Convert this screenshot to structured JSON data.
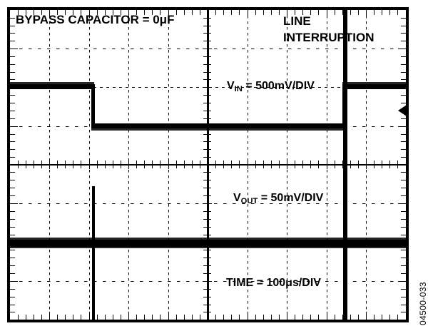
{
  "scope": {
    "title_left": "BYPASS CAPACITOR = 0μF",
    "title_right_line1": "LINE",
    "title_right_line2": "INTERRUPTION",
    "figure_id": "04500-033",
    "trigger_marker": "left-triangle"
  },
  "labels": {
    "vin_prefix": "V",
    "vin_sub": "IN",
    "vin_value": " = 500mV/DIV",
    "vout_prefix": "V",
    "vout_sub": "OUT",
    "vout_value": " = 50mV/DIV",
    "time_label": "TIME = 100μs/DIV"
  },
  "chart_data": {
    "type": "line",
    "title": "BYPASS CAPACITOR = 0μF — LINE INTERRUPTION",
    "xlabel": "TIME = 100μs/DIV",
    "grid": true,
    "divisions": {
      "horizontal": 10,
      "vertical": 8
    },
    "time_per_div_us": 100,
    "axis_ranges": {
      "x_div": [
        0,
        10
      ],
      "y_div": [
        -4,
        4
      ]
    },
    "series": [
      {
        "name": "V_IN",
        "units_per_div": "500mV/DIV",
        "vertical_scale_mV_per_div": 500,
        "description": "Input supply with a line interruption: high level drops to a lower level then recovers.",
        "points_div": [
          {
            "t_div": 0.0,
            "v_div": 1.9
          },
          {
            "t_div": 2.1,
            "v_div": 1.9
          },
          {
            "t_div": 2.1,
            "v_div": 0.95
          },
          {
            "t_div": 8.4,
            "v_div": 0.95
          },
          {
            "t_div": 8.4,
            "v_div": 1.9
          },
          {
            "t_div": 10.0,
            "v_div": 1.9
          }
        ]
      },
      {
        "name": "V_OUT",
        "units_per_div": "50mV/DIV",
        "vertical_scale_mV_per_div": 50,
        "description": "Output stays flat except for two narrow glitch spikes coincident with the input edges.",
        "points_div": [
          {
            "t_div": 0.0,
            "v_div": -2.0
          },
          {
            "t_div": 2.1,
            "v_div": -2.0
          },
          {
            "t_div": 2.1,
            "v_div": -4.0
          },
          {
            "t_div": 2.15,
            "v_div": -2.0
          },
          {
            "t_div": 8.4,
            "v_div": -2.0
          },
          {
            "t_div": 8.4,
            "v_div": -4.0
          },
          {
            "t_div": 8.45,
            "v_div": -2.0
          },
          {
            "t_div": 10.0,
            "v_div": -2.0
          }
        ],
        "glitch_time_divs": [
          2.1,
          8.4
        ]
      }
    ],
    "annotations": [
      {
        "text": "LINE INTERRUPTION",
        "t_div": 6.9,
        "v_div": 3.4
      },
      {
        "text": "V_IN = 500mV/DIV",
        "t_div": 5.4,
        "v_div": 1.95
      },
      {
        "text": "V_OUT = 50mV/DIV",
        "t_div": 5.6,
        "v_div": -0.9
      },
      {
        "text": "TIME = 100μs/DIV",
        "t_div": 5.4,
        "v_div": -3.1
      }
    ]
  }
}
